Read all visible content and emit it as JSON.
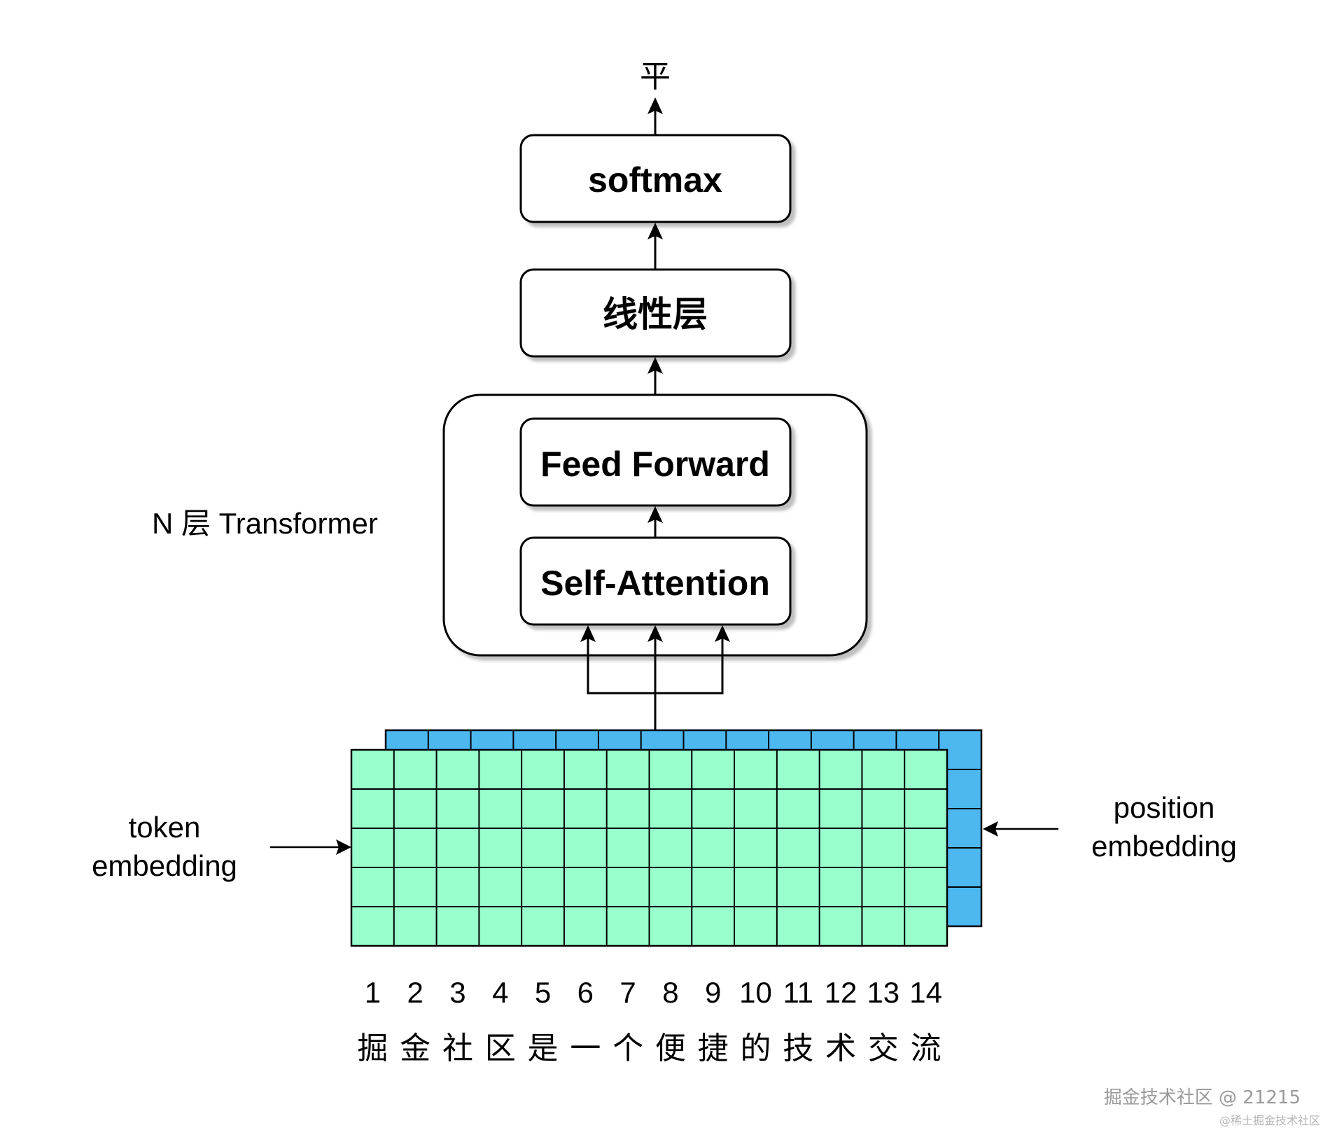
{
  "output_char": "平",
  "boxes": {
    "softmax": "softmax",
    "linear": "线性层",
    "feed_forward": "Feed Forward",
    "self_attention": "Self-Attention"
  },
  "transformer_label": "N 层 Transformer",
  "token_embedding_label": [
    "token",
    "embedding"
  ],
  "position_embedding_label": [
    "position",
    "embedding"
  ],
  "token_indices": [
    "1",
    "2",
    "3",
    "4",
    "5",
    "6",
    "7",
    "8",
    "9",
    "10",
    "11",
    "12",
    "13",
    "14"
  ],
  "token_chars": [
    "掘",
    "金",
    "社",
    "区",
    "是",
    "一",
    "个",
    "便",
    "捷",
    "的",
    "技",
    "术",
    "交",
    "流"
  ],
  "watermark": "掘金技术社区 @ 21215",
  "watermark_small": "@稀土掘金技术社区",
  "colors": {
    "token_grid": "#99ffcc",
    "position_grid": "#4db8f0",
    "stroke": "#000000"
  }
}
